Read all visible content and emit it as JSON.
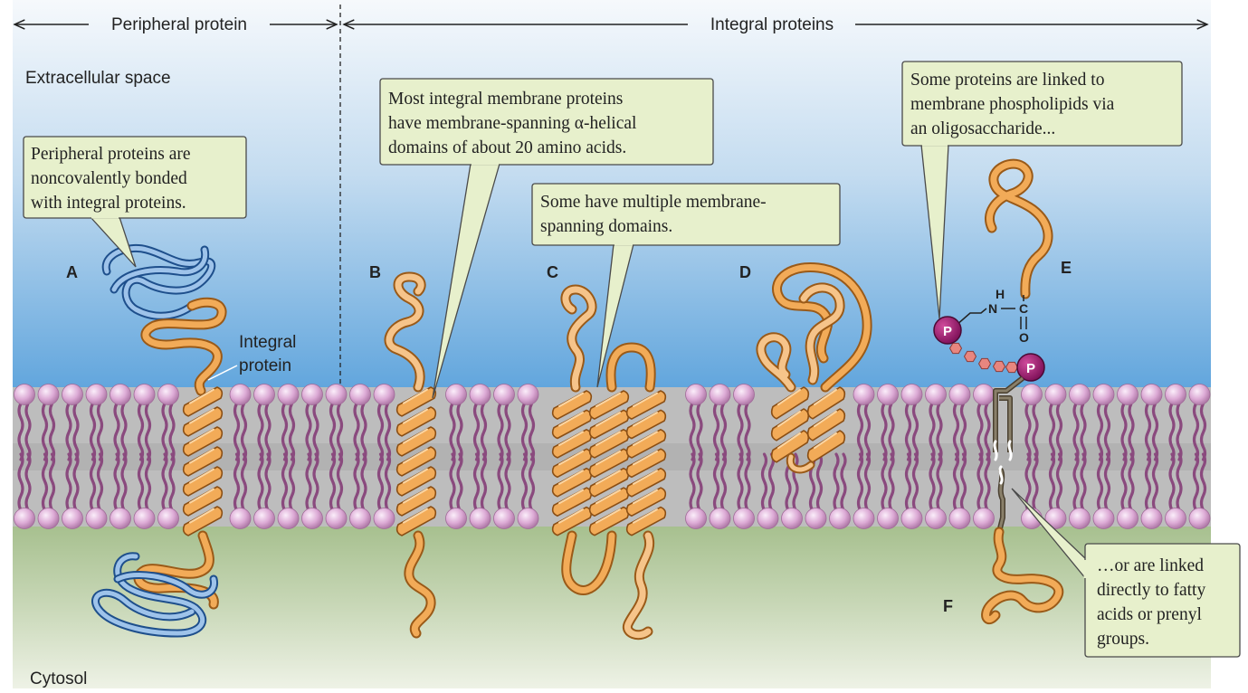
{
  "header": {
    "peripheral_label": "Peripheral protein",
    "integral_label": "Integral proteins"
  },
  "regions": {
    "extracellular": "Extracellular space",
    "cytosol": "Cytosol"
  },
  "protein_labels": {
    "a": "A",
    "b": "B",
    "c": "C",
    "d": "D",
    "e": "E",
    "f": "F",
    "integral_line1": "Integral",
    "integral_line2": "protein"
  },
  "callouts": {
    "peripheral": [
      "Peripheral proteins are",
      "noncovalently bonded",
      "with integral proteins."
    ],
    "helical": [
      "Most integral membrane proteins",
      "have membrane-spanning α-helical",
      "domains of about 20 amino acids."
    ],
    "multiple": [
      "Some have multiple membrane-",
      "spanning domains."
    ],
    "oligosaccharide": [
      "Some proteins are linked to",
      "membrane phospholipids via",
      "an oligosaccharide..."
    ],
    "fatty": [
      "…or are linked",
      "directly to fatty",
      "acids or prenyl",
      "groups."
    ]
  },
  "chemistry": {
    "h": "H",
    "n": "N",
    "c": "C",
    "o": "O",
    "phosphate": "P"
  },
  "colors": {
    "protein_orange": "#f0a04a",
    "peripheral_blue": "#2f6fb5",
    "phospholipid_head": "#d9a8d2",
    "lipid_tail": "#8a4a7e",
    "phosphate_purple": "#9a1d6e",
    "callout_fill": "#e7f0cc"
  }
}
